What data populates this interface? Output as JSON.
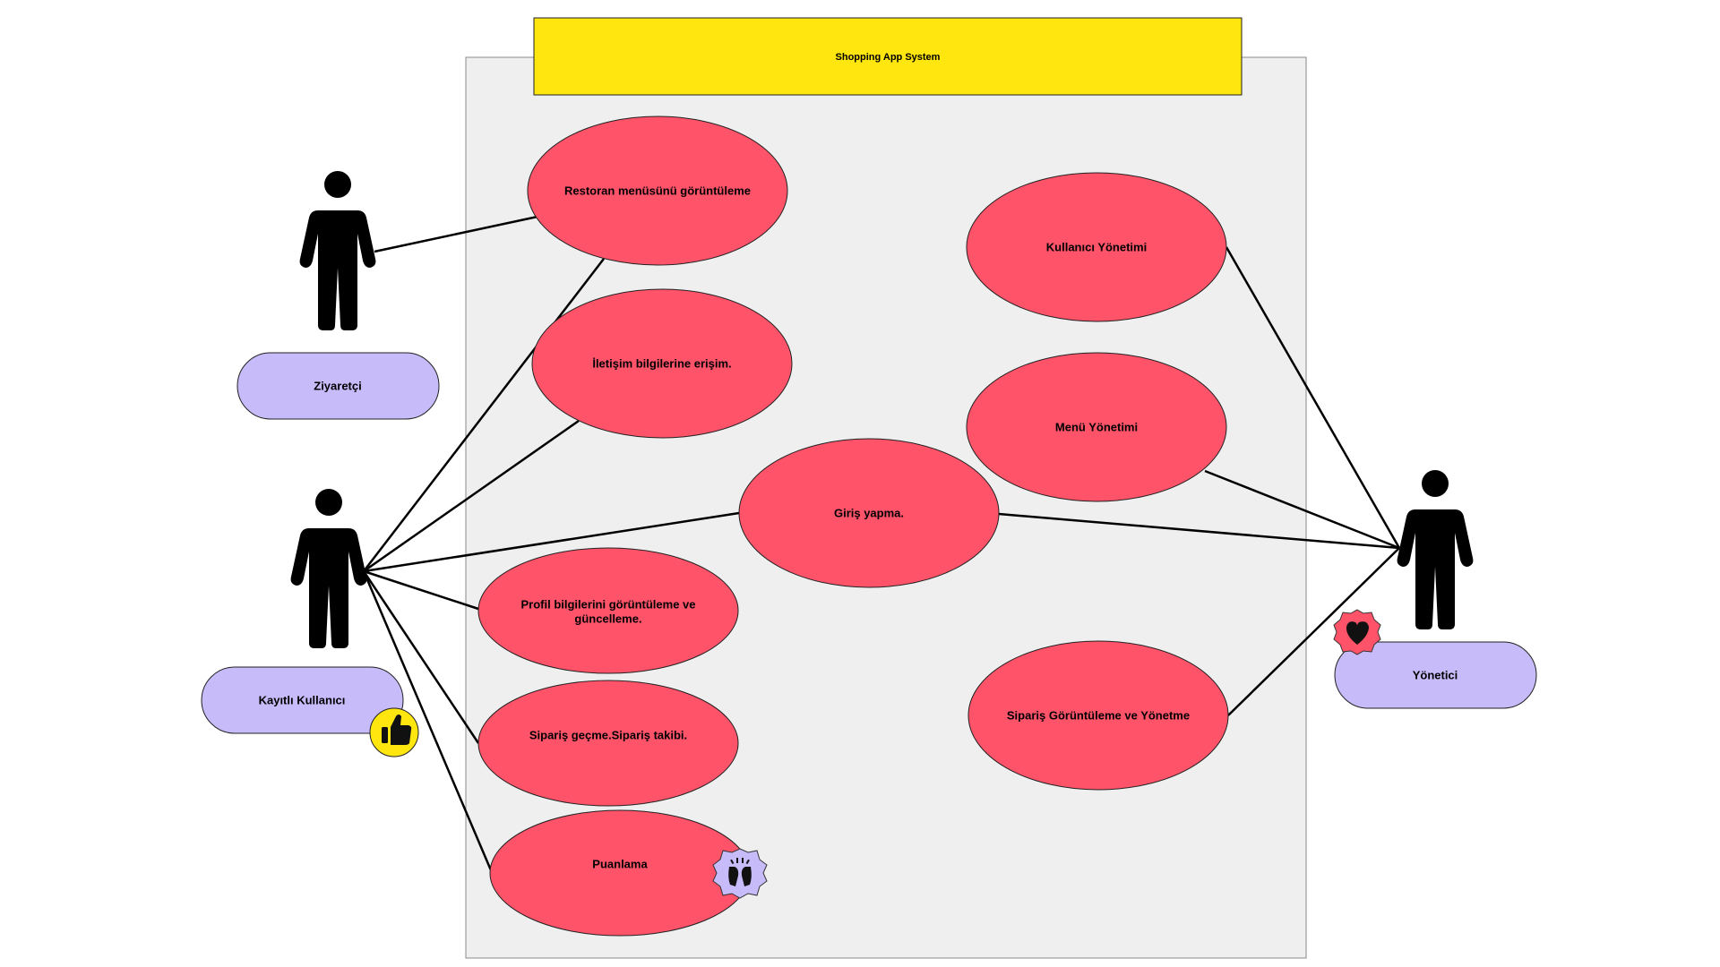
{
  "system": {
    "title": "Shopping App System"
  },
  "actors": {
    "visitor": "Ziyaretçi",
    "registered": "Kayıtlı Kullanıcı",
    "admin": "Yönetici"
  },
  "use_cases": {
    "view_menu": "Restoran menüsünü görüntüleme",
    "contact": "İletişim bilgilerine erişim.",
    "login": "Giriş yapma.",
    "profile_line1": "Profil bilgilerini görüntüleme ve",
    "profile_line2": "güncelleme.",
    "order": "Sipariş geçme.Sipariş  takibi.",
    "rating": "Puanlama",
    "user_mgmt": "Kullanıcı Yönetimi",
    "menu_mgmt": "Menü Yönetimi",
    "order_mgmt": "Sipariş Görüntüleme ve Yönetme"
  },
  "stickers": {
    "registered": "thumbs-up",
    "rating": "raised-hands",
    "admin": "heart"
  },
  "colors": {
    "use_case_fill": "#FF5369",
    "actor_label_fill": "#C7BBFA",
    "title_fill": "#FFE60F",
    "system_fill": "#EFEFEF"
  }
}
